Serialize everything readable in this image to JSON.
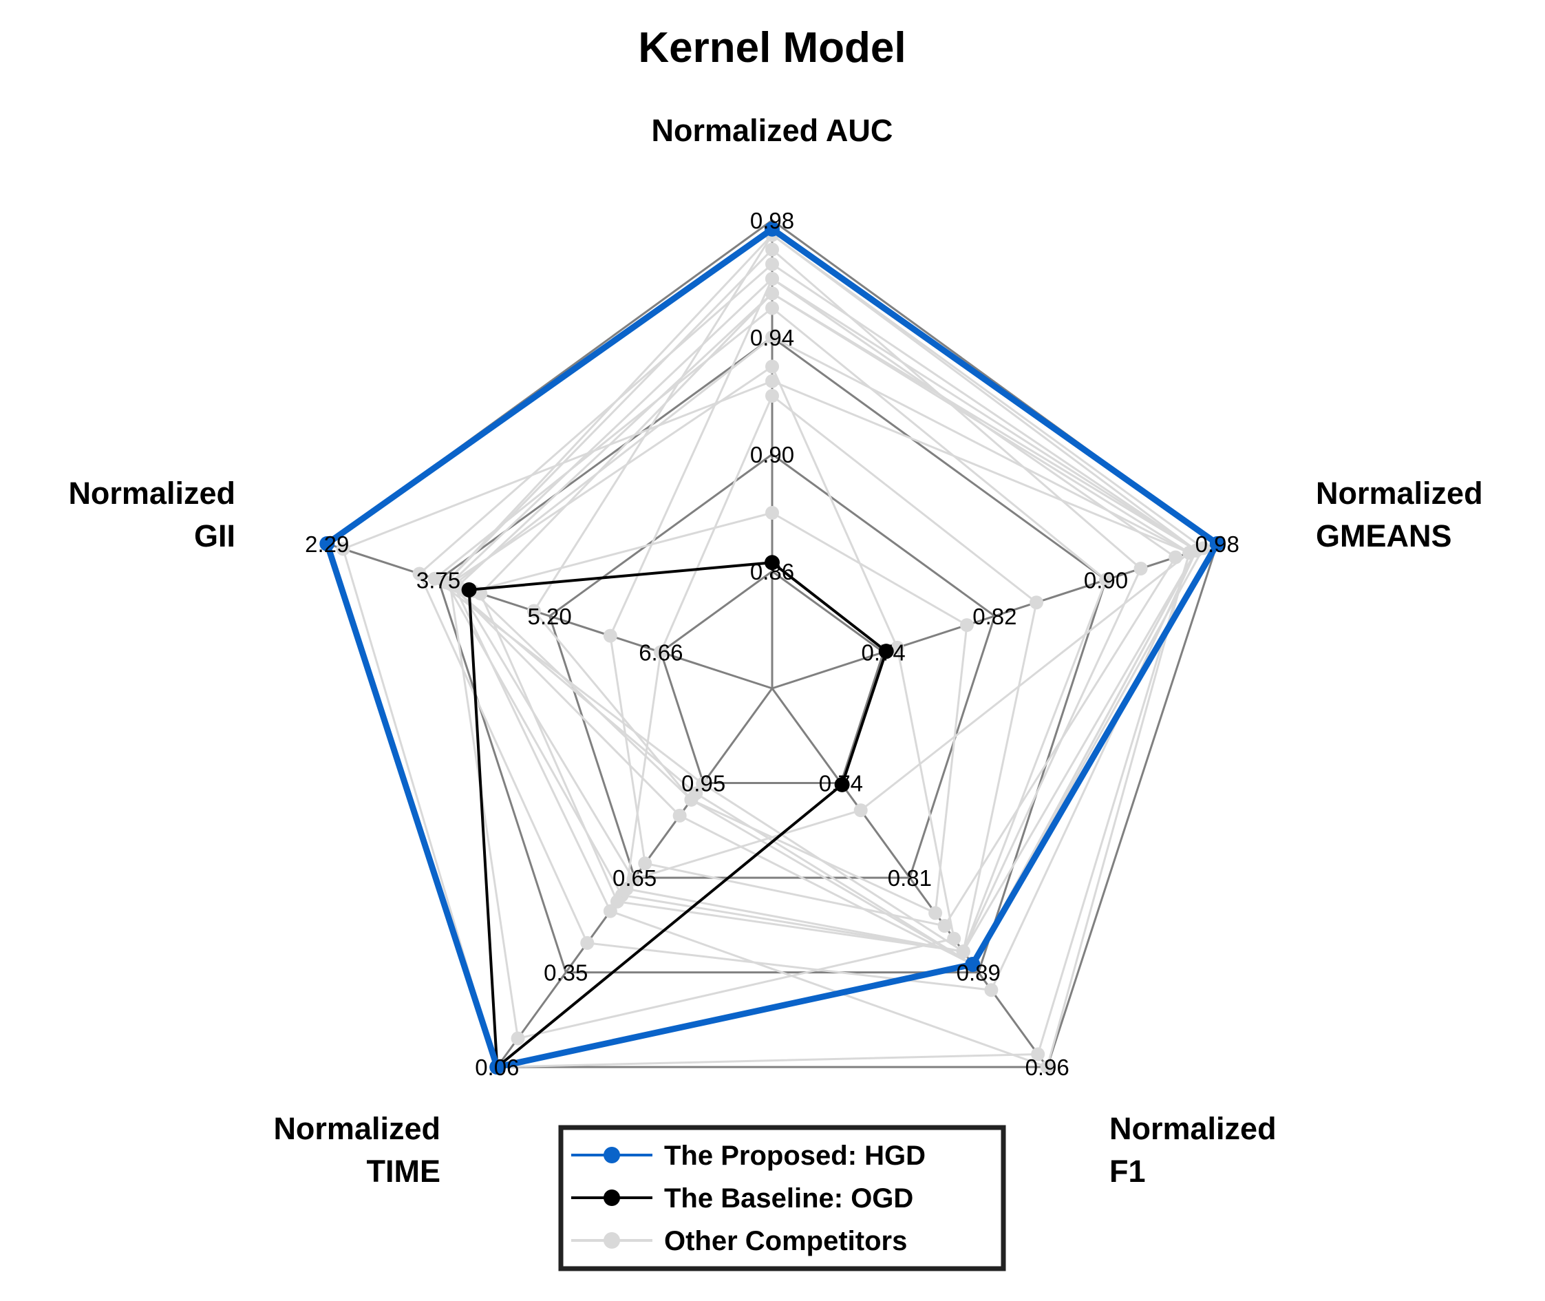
{
  "chart_data": {
    "type": "radar",
    "title": "Kernel Model",
    "axes": [
      {
        "label": [
          "Normalized AUC"
        ],
        "ticks": [
          "0.86",
          "0.90",
          "0.94",
          "0.98"
        ],
        "range": [
          0.82,
          0.98
        ]
      },
      {
        "label": [
          "Normalized",
          "GMEANS"
        ],
        "ticks": [
          "0.74",
          "0.82",
          "0.90",
          "0.98"
        ],
        "range": [
          0.66,
          0.98
        ]
      },
      {
        "label": [
          "Normalized",
          "F1"
        ],
        "ticks": [
          "0.74",
          "0.81",
          "0.89",
          "0.96"
        ],
        "range": [
          0.665,
          0.96
        ]
      },
      {
        "label": [
          "Normalized",
          "TIME"
        ],
        "ticks": [
          "0.95",
          "0.65",
          "0.35",
          "0.06"
        ],
        "range": [
          1.25,
          0.06
        ]
      },
      {
        "label": [
          "Normalized",
          "GII"
        ],
        "ticks": [
          "6.66",
          "5.20",
          "3.75",
          "2.29"
        ],
        "range": [
          8.12,
          2.29
        ]
      }
    ],
    "series": [
      {
        "name": "Other Competitors",
        "role": "other",
        "values": [
          0.925,
          0.96,
          0.95,
          0.06,
          2.5
        ]
      },
      {
        "name": "Other Competitors",
        "role": "other",
        "values": [
          0.965,
          0.965,
          0.9,
          0.45,
          3.5
        ]
      },
      {
        "name": "Other Competitors",
        "role": "other",
        "values": [
          0.97,
          0.925,
          0.87,
          0.6,
          3.85
        ]
      },
      {
        "name": "Other Competitors",
        "role": "other",
        "values": [
          0.96,
          0.965,
          0.88,
          0.85,
          3.9
        ]
      },
      {
        "name": "Other Competitors",
        "role": "other",
        "values": [
          0.955,
          0.96,
          0.76,
          0.65,
          4.0
        ]
      },
      {
        "name": "Other Competitors",
        "role": "other",
        "values": [
          0.95,
          0.9,
          0.87,
          0.95,
          3.7
        ]
      },
      {
        "name": "Other Competitors",
        "role": "other",
        "values": [
          0.93,
          0.75,
          0.86,
          0.15,
          3.9
        ]
      },
      {
        "name": "Other Competitors",
        "role": "other",
        "values": [
          0.88,
          0.8,
          0.84,
          0.9,
          4.2
        ]
      },
      {
        "name": "Other Competitors",
        "role": "other",
        "values": [
          0.94,
          0.96,
          0.96,
          0.55,
          3.95
        ]
      },
      {
        "name": "Other Competitors",
        "role": "other",
        "values": [
          0.975,
          0.97,
          0.88,
          0.9,
          5.0
        ]
      },
      {
        "name": "Other Competitors",
        "role": "other",
        "values": [
          0.96,
          0.95,
          0.85,
          0.7,
          6.0
        ]
      },
      {
        "name": "Other Competitors",
        "role": "other",
        "values": [
          0.955,
          0.965,
          0.87,
          0.58,
          4.3
        ]
      },
      {
        "name": "Other Competitors",
        "role": "other",
        "values": [
          0.92,
          0.85,
          0.87,
          0.62,
          6.66
        ]
      },
      {
        "name": "Other Competitors",
        "role": "other",
        "values": [
          0.975,
          0.965,
          0.88,
          0.92,
          3.85
        ]
      },
      {
        "name": "The Baseline: OGD",
        "role": "baseline",
        "values": [
          0.863,
          0.742,
          0.74,
          0.06,
          4.15
        ]
      },
      {
        "name": "The Proposed: HGD",
        "role": "proposed",
        "values": [
          0.977,
          0.98,
          0.88,
          0.06,
          2.29
        ]
      }
    ],
    "legend": [
      "The Proposed: HGD",
      "The Baseline: OGD",
      "Other Competitors"
    ],
    "legend_position": "bottom-center",
    "colors": {
      "proposed": "#0a63c9",
      "baseline": "#000000",
      "other": "#d9d9d9",
      "grid": "#808080"
    }
  }
}
